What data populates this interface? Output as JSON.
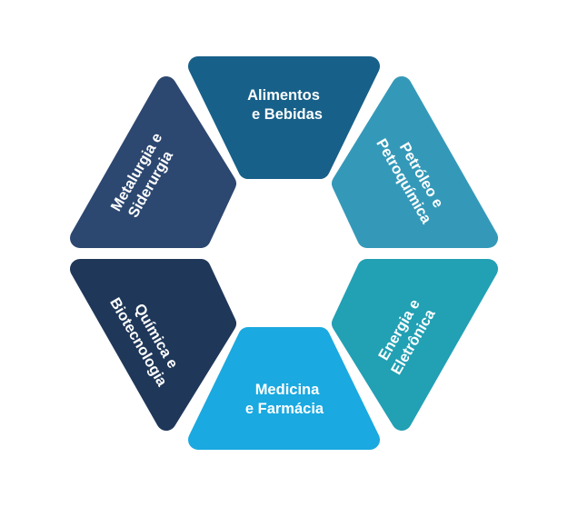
{
  "segments": [
    {
      "id": "alimentos",
      "line1": "Alimentos",
      "line2": "e Bebidas",
      "color": "#176089"
    },
    {
      "id": "petroleo",
      "line1": "Petróleo e",
      "line2": "Petroquímica",
      "color": "#3499b9"
    },
    {
      "id": "energia",
      "line1": "Energia e",
      "line2": "Eletrônica",
      "color": "#22a0b4"
    },
    {
      "id": "medicina",
      "line1": "Medicina",
      "line2": "e Farmácia",
      "color": "#1aa9e0"
    },
    {
      "id": "quimica",
      "line1": "Química e",
      "line2": "Biotecnologia",
      "color": "#1f3759"
    },
    {
      "id": "metalurgia",
      "line1": "Metalurgia e",
      "line2": "Siderurgia",
      "color": "#2c4770"
    }
  ]
}
